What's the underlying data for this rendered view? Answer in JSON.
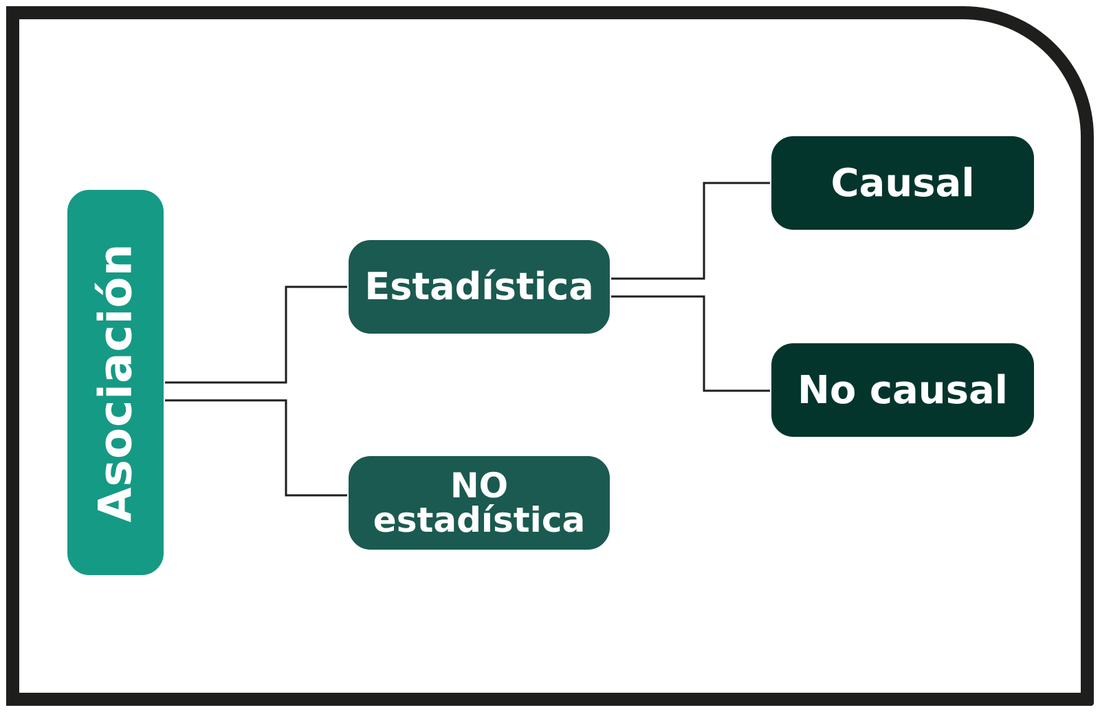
{
  "diagram": {
    "root": {
      "label": "Asociación"
    },
    "level2": [
      {
        "label": "Estadística"
      },
      {
        "label": "NO\nestadística"
      }
    ],
    "level3": [
      {
        "label": "Causal"
      },
      {
        "label": "No causal"
      }
    ]
  },
  "colors": {
    "frame": "#1e1e1c",
    "root": "#159a85",
    "level2": "#1b5a50",
    "level3": "#03352c",
    "text": "#ffffff",
    "connector": "#1e1e1c"
  }
}
